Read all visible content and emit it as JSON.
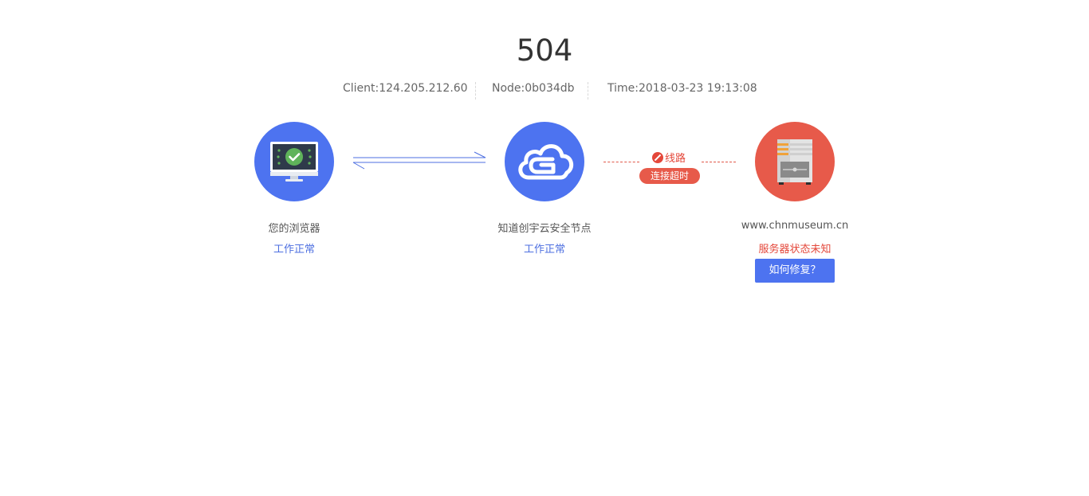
{
  "error": {
    "code": "504"
  },
  "info": {
    "client": "Client:124.205.212.60",
    "node": "Node:0b034db",
    "time": "Time:2018-03-23 19:13:08"
  },
  "nodes": {
    "browser": {
      "icon": "browser-check-icon",
      "label": "您的浏览器",
      "status": "工作正常"
    },
    "cloud": {
      "icon": "cloud-node-icon",
      "label": "知道创宇云安全节点",
      "status": "工作正常"
    },
    "server": {
      "icon": "server-icon",
      "label": "www.chnmuseum.cn",
      "status": "服务器状态未知"
    }
  },
  "link": {
    "label": "线路",
    "badge": "连接超时"
  },
  "fix_button": {
    "label": "如何修复？"
  },
  "colors": {
    "accent_blue": "#4d73f0",
    "error_red": "#e75a4a",
    "status_ok": "#4d6fe0",
    "status_bad": "#e4473a"
  }
}
